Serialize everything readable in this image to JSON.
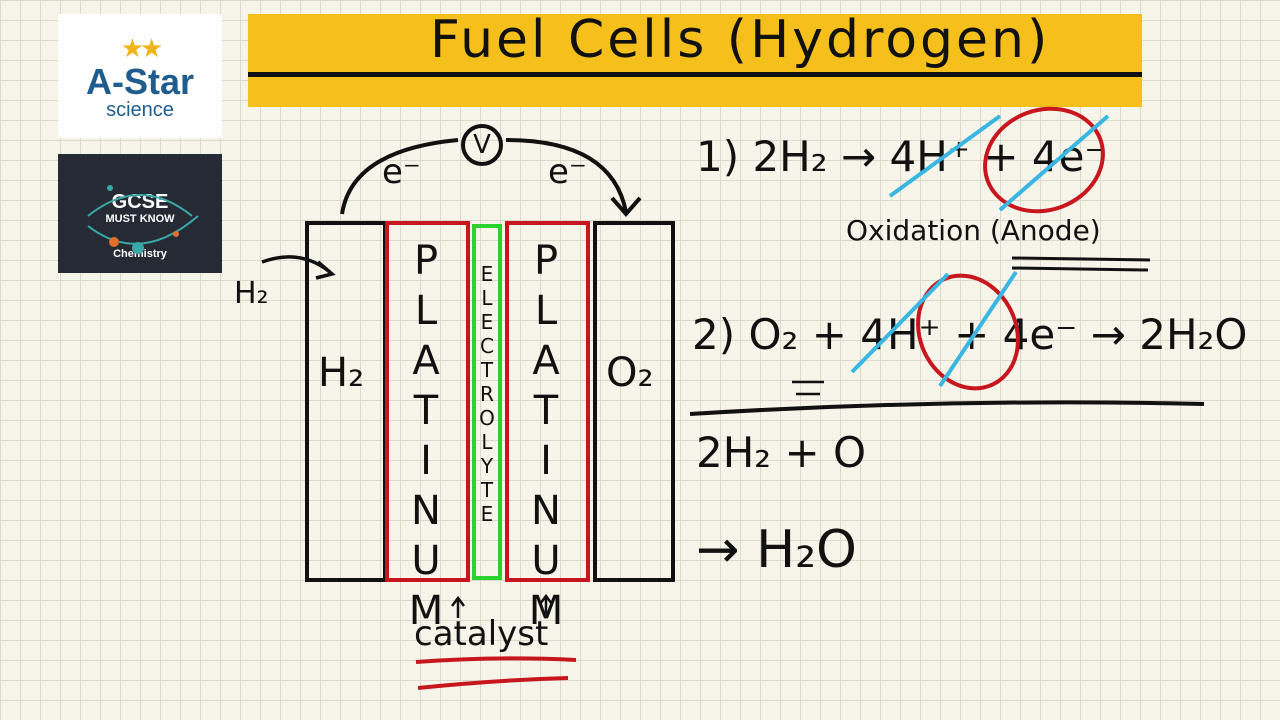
{
  "title": "Fuel Cells (Hydrogen)",
  "logos": {
    "astar": {
      "stars": "★★",
      "name": "A-Star",
      "subtitle": "science"
    },
    "gcse": {
      "line1": "GCSE",
      "line2": "MUST KNOW",
      "line3": "Chemistry"
    }
  },
  "diagram": {
    "voltmeter": "V",
    "electron_left": "e⁻",
    "electron_right": "e⁻",
    "inlet": "H₂",
    "anode_gas": "H₂",
    "left_plate": "PLATINUM",
    "electrolyte": "ELECTROLYTE",
    "right_plate": "PLATINUM",
    "cathode_gas": "O₂",
    "catalyst": "catalyst"
  },
  "equations": {
    "eq1": "1) 2H₂ → 4H⁺ + 4e⁻",
    "eq1_label": "Oxidation (Anode)",
    "eq2": "2) O₂ + 4H⁺ + 4e⁻ → 2H₂O",
    "overall_line1": "2H₂ + O",
    "overall_line2": "→ H₂O"
  },
  "colors": {
    "banner": "#f5bf1c",
    "platinum_border": "#c8161e",
    "electrolyte_border": "#2dd12d",
    "cancel_mark": "#3ab6e3",
    "circle_mark": "#c8161e"
  }
}
